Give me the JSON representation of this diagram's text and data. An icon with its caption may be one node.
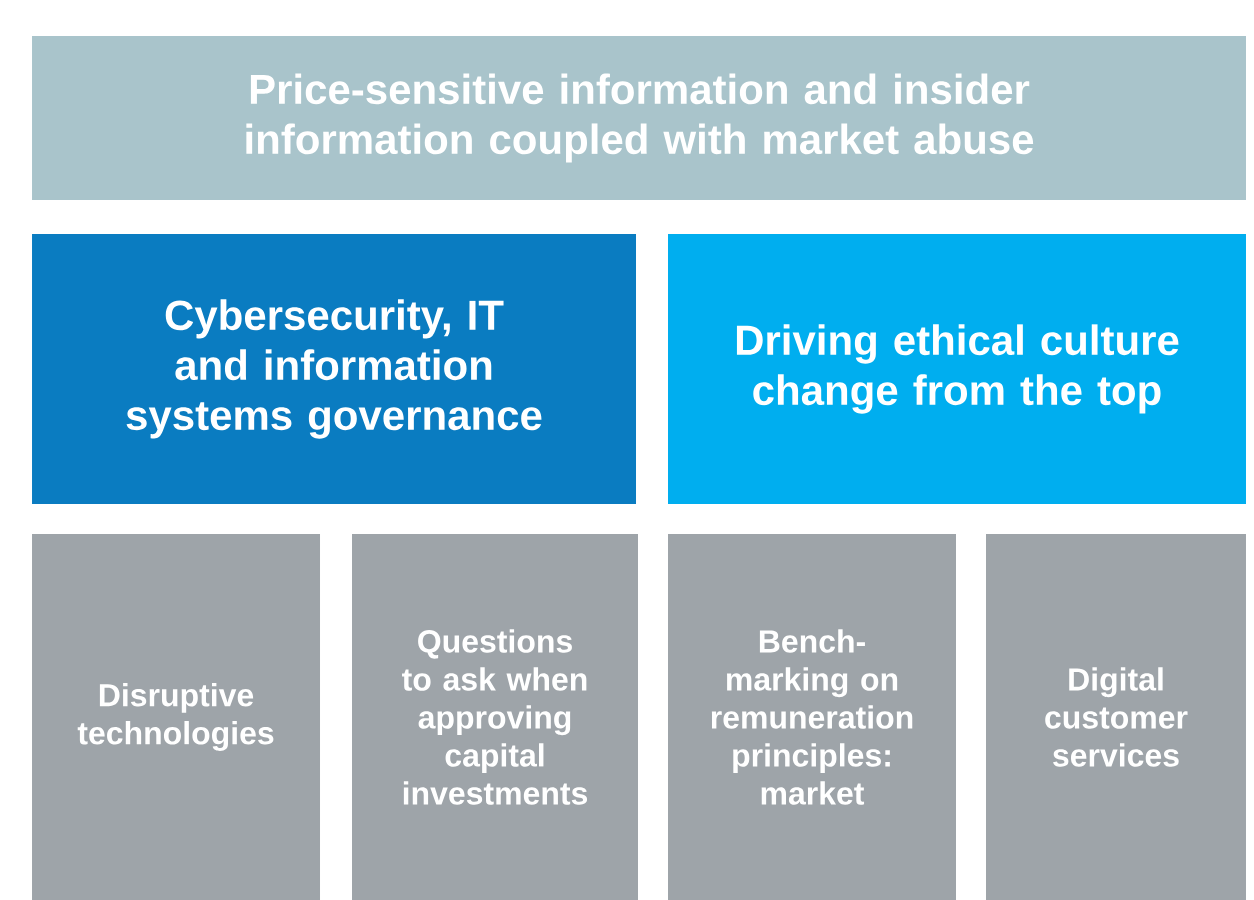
{
  "diagram": {
    "nodes": [
      {
        "text": [
          "Price-sensitive information and insider information coupled with market abuse"
        ]
      },
      {
        "text": [
          "Cybersecurity, IT and information systems governance"
        ]
      },
      {
        "text": [
          "Driving ethical culture change from the top"
        ]
      },
      {
        "text": [
          "Disruptive technologies"
        ]
      },
      {
        "text": [
          "Questions to ask when approving capital investments"
        ]
      },
      {
        "text": [
          "Bench-marking on remuneration principles: market"
        ]
      },
      {
        "text": [
          "Digital customer services"
        ]
      }
    ]
  }
}
